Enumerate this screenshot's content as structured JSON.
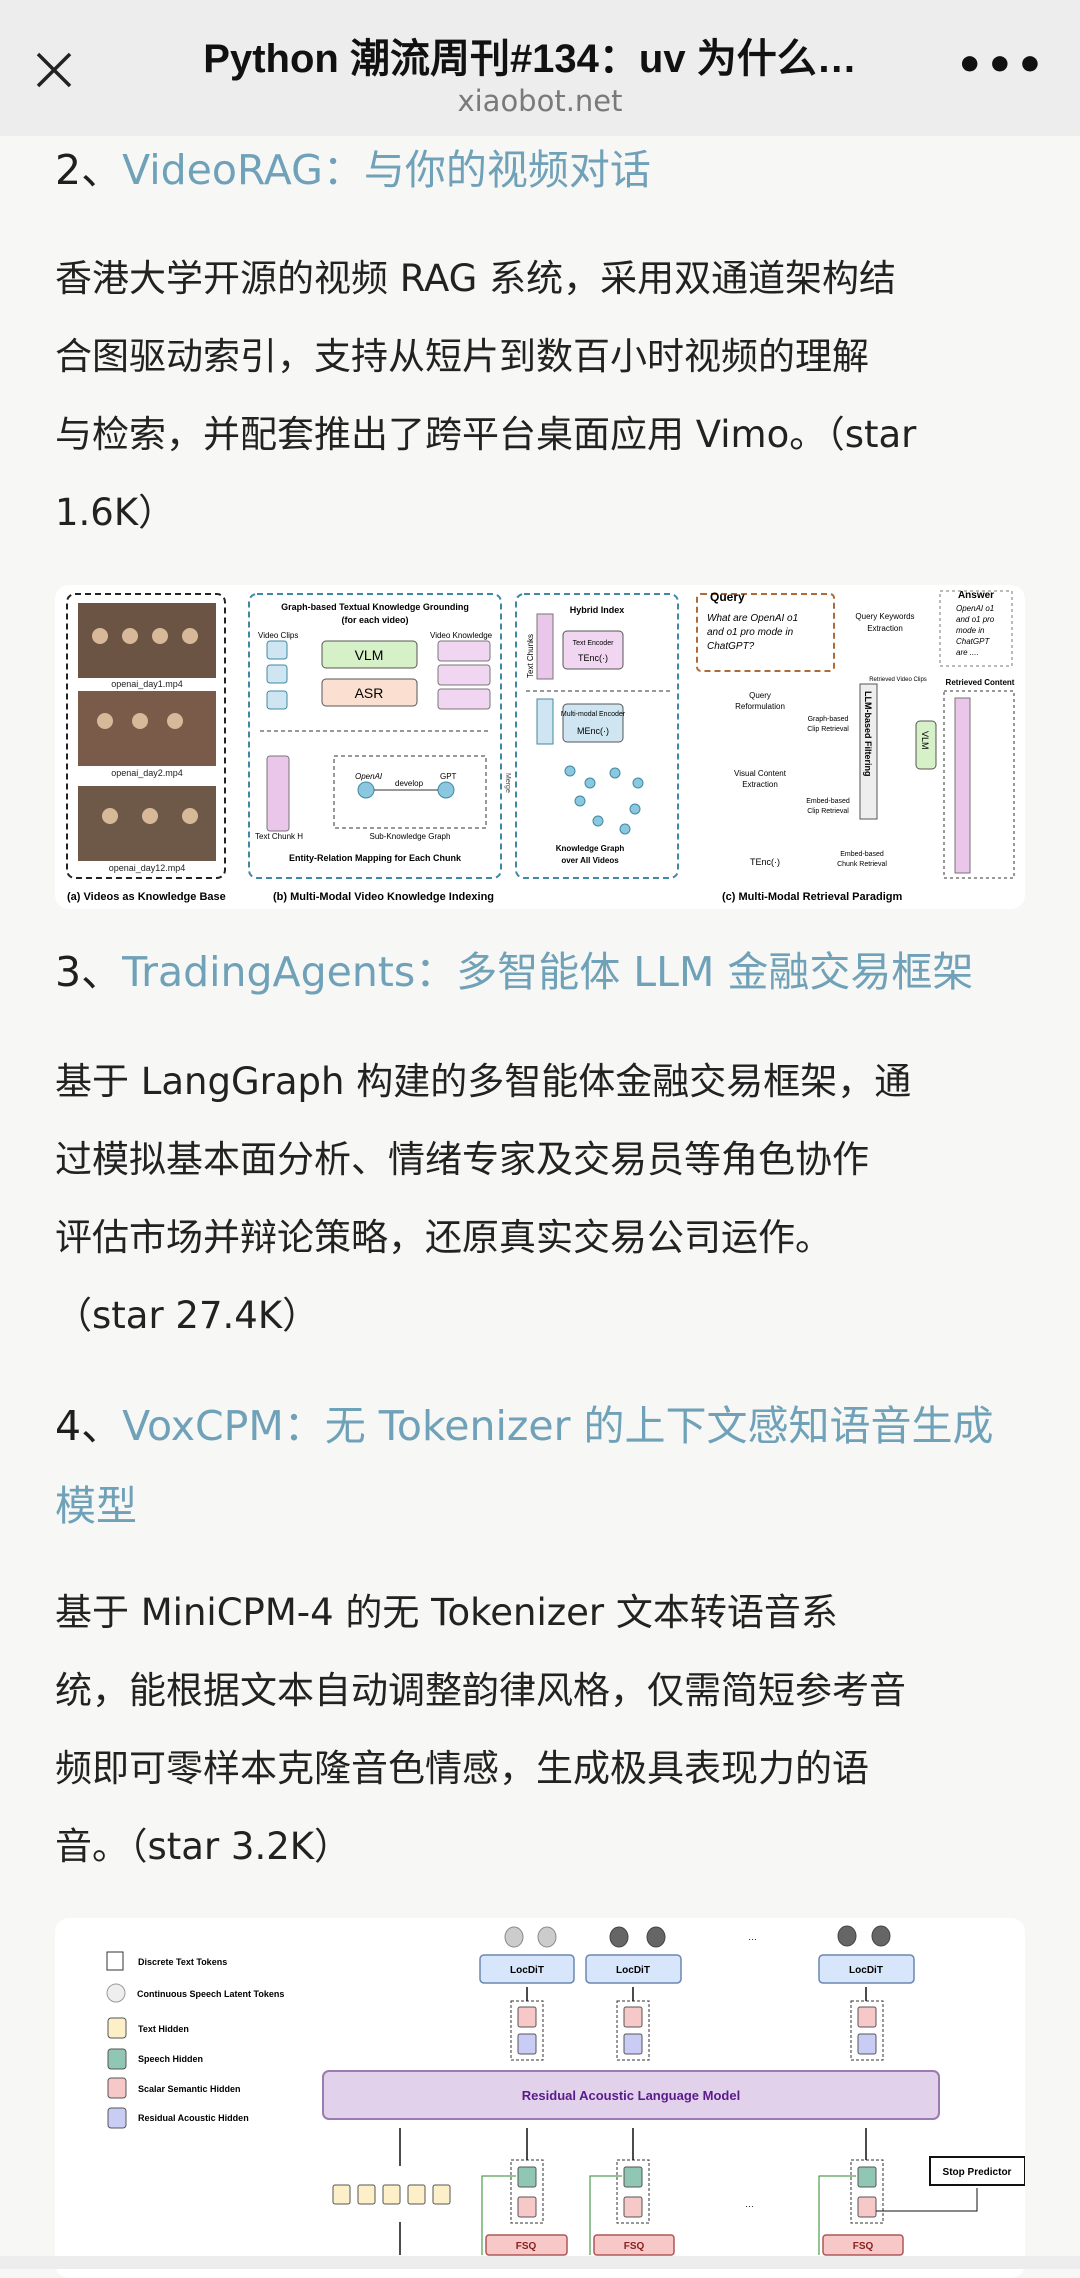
{
  "header": {
    "title": "Python 潮流周刊#134：uv 为什么…",
    "domain": "xiaobot.net",
    "close_icon": "close-icon",
    "more_icon": "more-icon"
  },
  "sections": [
    {
      "num": "2、",
      "title": "VideoRAG：与你的视频对话",
      "lines": [
        "香港大学开源的视频 RAG 系统，采用双通道架构结",
        "合图驱动索引，支持从短片到数百小时视频的理解",
        "与检索，并配套推出了跨平台桌面应用 Vimo。（star",
        "1.6K）"
      ]
    },
    {
      "num": "3、",
      "title": "TradingAgents：多智能体 LLM 金融交易框架",
      "lines": [
        "基于 LangGraph 构建的多智能体金融交易框架，通",
        "过模拟基本面分析、情绪专家及交易员等角色协作",
        "评估市场并辩论策略，还原真实交易公司运作。",
        "（star 27.4K）"
      ]
    },
    {
      "num": "4、",
      "title_lines": [
        "VoxCPM：无 Tokenizer 的上下文感知语音生成",
        "模型"
      ],
      "lines": [
        "基于 MiniCPM-4 的无 Tokenizer 文本转语音系",
        "统，能根据文本自动调整韵律风格，仅需简短参考音",
        "频即可零样本克隆音色情感，生成极具表现力的语",
        "音。（star 3.2K）"
      ]
    }
  ],
  "fig1": {
    "videos": [
      "openai_day1.mp4",
      "openai_day2.mp4",
      "openai_day12.mp4"
    ],
    "b_title1": "Graph-based Textual Knowledge Grounding",
    "b_title2": "(for each video)",
    "video_clips": "Video Clips",
    "video_knowledge": "Video Knowledge",
    "vlm": "VLM",
    "asr": "ASR",
    "text_chunk": "Text Chunk H",
    "openai": "OpenAI",
    "develop": "develop",
    "gpt": "GPT",
    "subgraph": "Sub-Knowledge Graph",
    "entity_rel": "Entity-Relation Mapping for Each Chunk",
    "hybrid": "Hybrid Index",
    "text_chunks": "Text Chunks",
    "video_clips_v": "Video Clips",
    "text_encoder": "Text Encoder",
    "tenc": "TEnc(·)",
    "mm_encoder": "Multi-modal Encoder",
    "menc": "MEnc(·)",
    "merge": "Merge",
    "kg1": "Knowledge Graph",
    "kg2": "over All Videos",
    "query": "Query",
    "q1": "What are OpenAI o1",
    "q2": "and o1 pro mode in",
    "q3": "ChatGPT?",
    "qke1": "Query Keywords",
    "qke2": "Extraction",
    "answer": "Answer",
    "a1": "OpenAI o1",
    "a2": "and o1 pro",
    "a3": "mode in",
    "a4": "ChatGPT",
    "a5": "are ....",
    "retrieved_content": "Retrieved Content",
    "qr1": "Query",
    "qr2": "Reformulation",
    "gbr1": "Graph-based",
    "gbr2": "Clip Retrieval",
    "vce1": "Visual Content",
    "vce2": "Extraction",
    "ebr1": "Embed-based",
    "ebr2": "Clip Retrieval",
    "llm_filter": "LLM-based Filtering",
    "rvc": "Retrieved Video Clips",
    "ecr1": "Embed-based",
    "ecr2": "Chunk Retrieval",
    "cap_a": "(a) Videos as Knowledge Base",
    "cap_b": "(b) Multi-Modal Video Knowledge Indexing",
    "cap_c": "(c) Multi-Modal Retrieval Paradigm"
  },
  "fig2": {
    "legend": [
      "Discrete Text Tokens",
      "Continuous Speech Latent Tokens",
      "Text Hidden",
      "Speech Hidden",
      "Scalar Semantic Hidden",
      "Residual Acoustic Hidden"
    ],
    "locdit": "LocDiT",
    "ralm": "Residual Acoustic Language Model",
    "fsq": "FSQ",
    "stop": "Stop Predictor",
    "ellipsis": "…"
  }
}
